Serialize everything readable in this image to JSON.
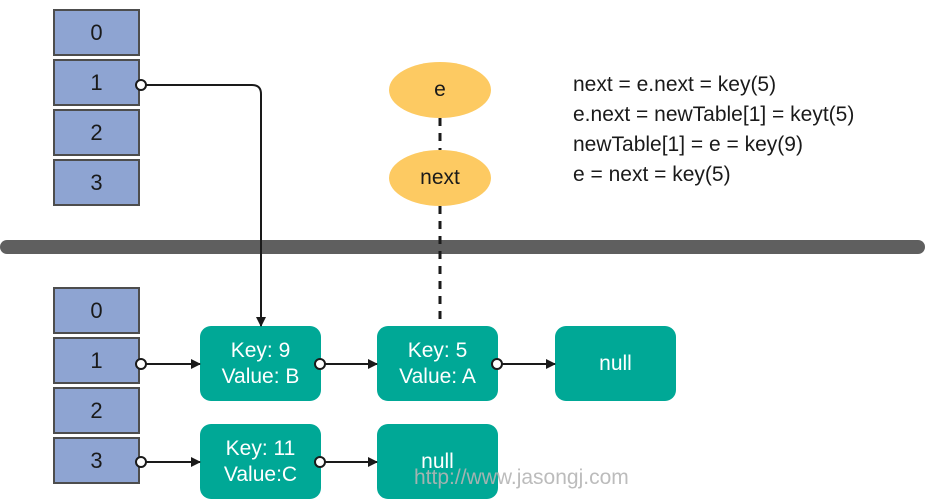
{
  "old_table": [
    "0",
    "1",
    "2",
    "3"
  ],
  "new_table": [
    "0",
    "1",
    "2",
    "3"
  ],
  "pointers": {
    "e": "e",
    "next": "next"
  },
  "nodes": {
    "key9": {
      "line1": "Key: 9",
      "line2": "Value: B"
    },
    "key5": {
      "line1": "Key: 5",
      "line2": "Value: A"
    },
    "null1": {
      "text": "null"
    },
    "key11": {
      "line1": "Key: 11",
      "line2": "Value:C"
    },
    "null2": {
      "text": "null"
    }
  },
  "code_lines": [
    "next = e.next = key(5)",
    "e.next = newTable[1] = keyt(5)",
    "newTable[1] = e = key(9)",
    "e = next = key(5)"
  ],
  "watermark": "http://www.jasongj.com",
  "colors": {
    "bucket": "#8ea4d2",
    "node": "#00a896",
    "pointer": "#fdca62",
    "divider": "#5f5f5f"
  }
}
